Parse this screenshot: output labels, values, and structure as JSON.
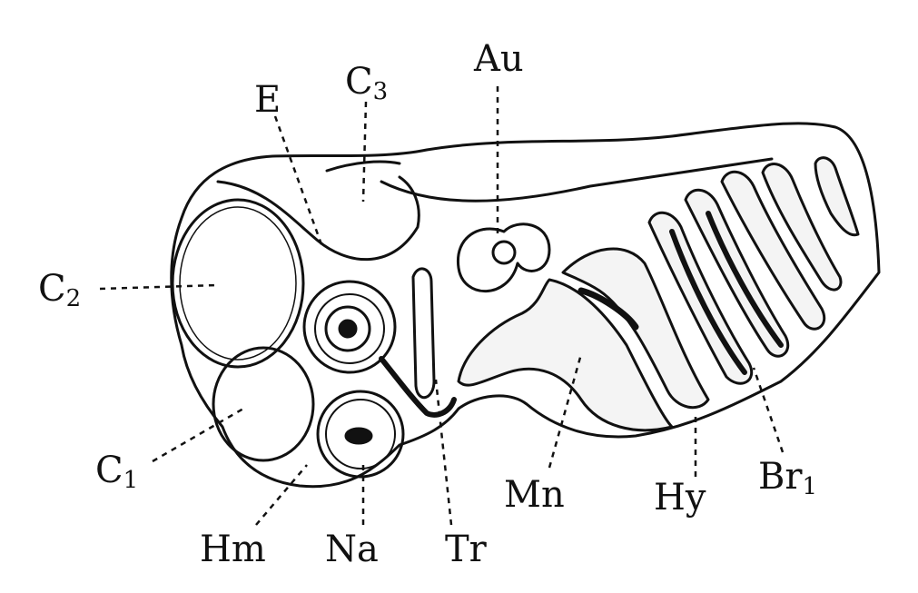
{
  "figure": {
    "labels": {
      "e": {
        "text": "E",
        "sub": ""
      },
      "c3": {
        "text": "C",
        "sub": "3"
      },
      "au": {
        "text": "Au",
        "sub": ""
      },
      "c2": {
        "text": "C",
        "sub": "2"
      },
      "c1": {
        "text": "C",
        "sub": "1"
      },
      "hm": {
        "text": "Hm",
        "sub": ""
      },
      "na": {
        "text": "Na",
        "sub": ""
      },
      "tr": {
        "text": "Tr",
        "sub": ""
      },
      "mn": {
        "text": "Mn",
        "sub": ""
      },
      "hy": {
        "text": "Hy",
        "sub": ""
      },
      "br1": {
        "text": "Br",
        "sub": "1"
      }
    },
    "ink_color": "#111111"
  }
}
